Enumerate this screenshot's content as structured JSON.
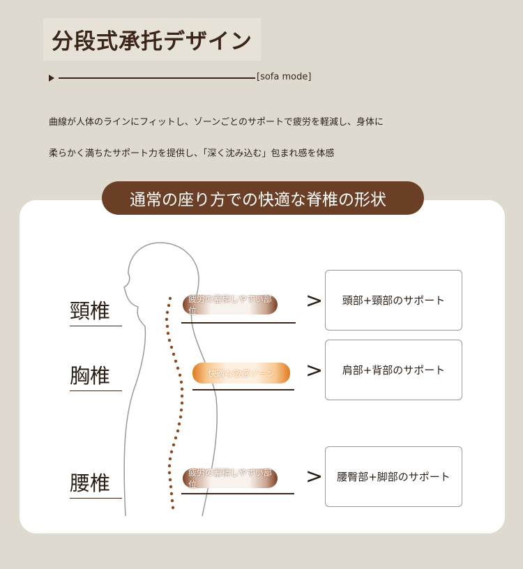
{
  "title": "分段式承托デザイン",
  "mode_label": "[sofa mode]",
  "description": [
    "曲線が人体のラインにフィットし、ゾーンごとのサポートで疲労を軽減し、身体に",
    "柔らかく満ちたサポート力を提供し、「深く沈み込む」包まれ感を体感"
  ],
  "banner": "通常の座り方での快適な脊椎の形状",
  "regions": [
    {
      "name": "頸椎",
      "tag": "疲労の蓄積しやすい部位",
      "support": "頭部+頸部のサポート"
    },
    {
      "name": "胸椎",
      "tag": "快適な敏感ゾーン",
      "support": "肩部+背部のサポート"
    },
    {
      "name": "腰椎",
      "tag": "疲労の蓄積しやすい部位",
      "support": "腰臀部+脚部のサポート"
    }
  ],
  "colors": {
    "brown": "#6b3f25",
    "orange": "#e07a20",
    "background": "#dedad0"
  }
}
